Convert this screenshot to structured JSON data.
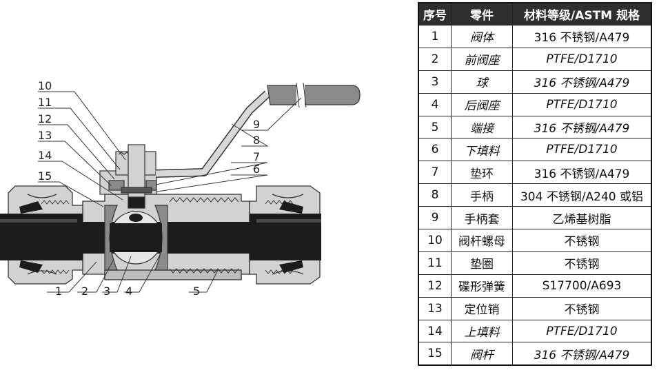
{
  "table": {
    "headers": [
      "序号",
      "零件",
      "材料等级/ASTM 规格"
    ],
    "rows": [
      {
        "no": "1",
        "part": "阀体",
        "material": "316 不锈钢/A479",
        "part_italic": true,
        "material_italic": false
      },
      {
        "no": "2",
        "part": "前阀座",
        "material": "PTFE/D1710",
        "part_italic": true,
        "material_italic": true
      },
      {
        "no": "3",
        "part": "球",
        "material": "316 不锈钢/A479",
        "part_italic": true,
        "material_italic": true
      },
      {
        "no": "4",
        "part": "后阀座",
        "material": "PTFE/D1710",
        "part_italic": true,
        "material_italic": true
      },
      {
        "no": "5",
        "part": "端接",
        "material": "316 不锈钢/A479",
        "part_italic": true,
        "material_italic": true
      },
      {
        "no": "6",
        "part": "下填料",
        "material": "PTFE/D1710",
        "part_italic": true,
        "material_italic": true
      },
      {
        "no": "7",
        "part": "垫环",
        "material": "316 不锈钢/A479",
        "part_italic": false,
        "material_italic": false
      },
      {
        "no": "8",
        "part": "手柄",
        "material": "304 不锈钢/A240 或铝",
        "part_italic": false,
        "material_italic": false
      },
      {
        "no": "9",
        "part": "手柄套",
        "material": "乙烯基树脂",
        "part_italic": false,
        "material_italic": false
      },
      {
        "no": "10",
        "part": "阀杆螺母",
        "material": "不锈钢",
        "part_italic": false,
        "material_italic": false
      },
      {
        "no": "11",
        "part": "垫圈",
        "material": "不锈钢",
        "part_italic": false,
        "material_italic": false
      },
      {
        "no": "12",
        "part": "碟形弹簧",
        "material": "S17700/A693",
        "part_italic": false,
        "material_italic": false
      },
      {
        "no": "13",
        "part": "定位销",
        "material": "不锈钢",
        "part_italic": false,
        "material_italic": false
      },
      {
        "no": "14",
        "part": "上填料",
        "material": "PTFE/D1710",
        "part_italic": true,
        "material_italic": true
      },
      {
        "no": "15",
        "part": "阀杆",
        "material": "316 不锈钢/A479",
        "part_italic": true,
        "material_italic": true
      }
    ]
  },
  "diagram": {
    "callouts": [
      "1",
      "2",
      "3",
      "4",
      "5",
      "6",
      "7",
      "8",
      "9",
      "10",
      "11",
      "12",
      "13",
      "14",
      "15"
    ]
  },
  "colors": {
    "body_gray": "#d2d2d2",
    "dark_gray": "#8a8a8a",
    "pipe_black": "#1c1c1c",
    "outline": "#333333",
    "table_header_bg": "#2f2f2f"
  }
}
